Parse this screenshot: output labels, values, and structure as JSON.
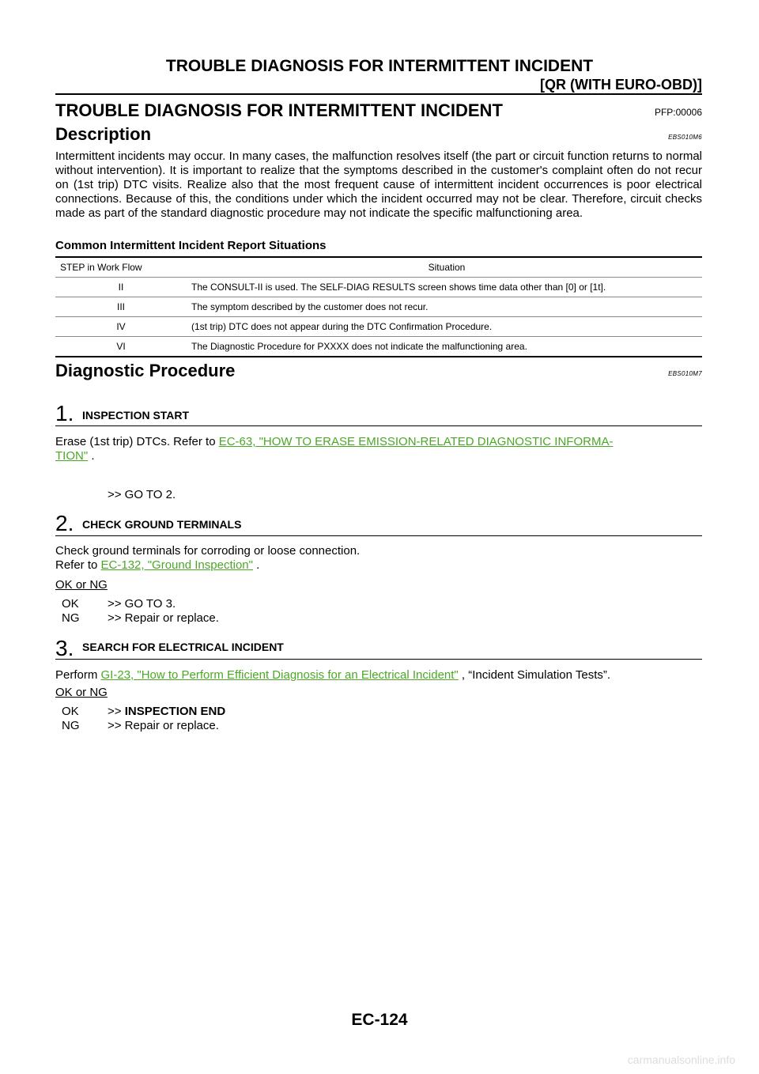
{
  "header": {
    "title": "TROUBLE DIAGNOSIS FOR INTERMITTENT INCIDENT",
    "subtitle": "[QR (WITH EURO-OBD)]"
  },
  "section": {
    "title": "TROUBLE DIAGNOSIS FOR INTERMITTENT INCIDENT",
    "pfp": "PFP:00006"
  },
  "description": {
    "heading": "Description",
    "code": "EBS010M6",
    "text": "Intermittent incidents may occur. In many cases, the malfunction resolves itself (the part or circuit function returns to normal without intervention). It is important to realize that the symptoms described in the customer's complaint often do not recur on (1st trip) DTC visits. Realize also that the most frequent cause of intermittent incident occurrences is poor electrical connections. Because of this, the conditions under which the incident occurred may not be clear. Therefore, circuit checks made as part of the standard diagnostic procedure may not indicate the specific malfunctioning area.",
    "table_heading": "Common Intermittent Incident Report Situations"
  },
  "situations_table": {
    "col_step": "STEP in Work Flow",
    "col_situation": "Situation",
    "rows": [
      {
        "step": "II",
        "situation": "The CONSULT-II is used. The SELF-DIAG RESULTS screen shows time data other than [0] or [1t]."
      },
      {
        "step": "III",
        "situation": "The symptom described by the customer does not recur."
      },
      {
        "step": "IV",
        "situation": "(1st trip) DTC does not appear during the DTC Confirmation Procedure."
      },
      {
        "step": "VI",
        "situation": "The Diagnostic Procedure for PXXXX does not indicate the malfunctioning area."
      }
    ]
  },
  "procedure": {
    "heading": "Diagnostic Procedure",
    "code": "EBS010M7",
    "step1": {
      "num": "1.",
      "title": "INSPECTION START",
      "text_pre": "Erase (1st trip) DTCs. Refer to ",
      "link_line1": "EC-63, \"HOW TO ERASE EMISSION-RELATED DIAGNOSTIC INFORMA-",
      "link_line2": "TION\"",
      "text_post": " .",
      "goto": ">> GO TO 2."
    },
    "step2": {
      "num": "2.",
      "title": "CHECK GROUND TERMINALS",
      "line1": "Check ground terminals for corroding or loose connection.",
      "refer_pre": "Refer to ",
      "link": "EC-132, \"Ground Inspection\"",
      "refer_post": " .",
      "ok_ng": "OK or NG",
      "ok_label": "OK",
      "ok_text": ">> GO TO 3.",
      "ng_label": "NG",
      "ng_text": ">> Repair or replace."
    },
    "step3": {
      "num": "3.",
      "title": "SEARCH FOR ELECTRICAL INCIDENT",
      "pre": "Perform ",
      "link": "GI-23, \"How to Perform Efficient Diagnosis for an Electrical Incident\"",
      "post": " , “Incident Simulation Tests”.",
      "ok_ng": "OK or NG",
      "ok_label": "OK",
      "ok_prefix": ">> ",
      "ok_text": "INSPECTION END",
      "ng_label": "NG",
      "ng_text": ">> Repair or replace."
    }
  },
  "footer": {
    "page": "EC-124",
    "watermark": "carmanualsonline.info"
  },
  "colors": {
    "link": "#4ba826"
  }
}
